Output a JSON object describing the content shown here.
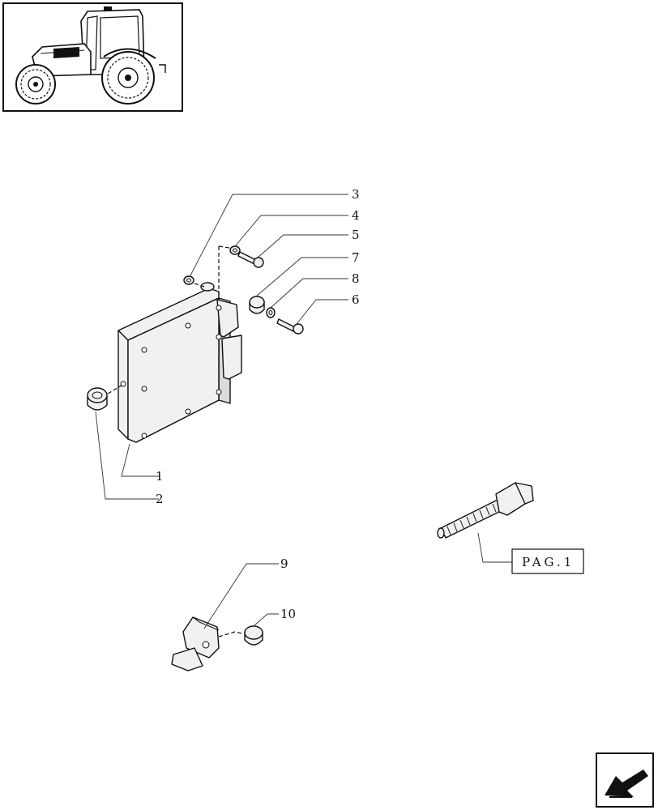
{
  "callouts": [
    {
      "id": "3",
      "label": "3"
    },
    {
      "id": "4",
      "label": "4"
    },
    {
      "id": "5",
      "label": "5"
    },
    {
      "id": "7",
      "label": "7"
    },
    {
      "id": "8",
      "label": "8"
    },
    {
      "id": "6",
      "label": "6"
    },
    {
      "id": "1",
      "label": "1"
    },
    {
      "id": "2",
      "label": "2"
    },
    {
      "id": "9",
      "label": "9"
    },
    {
      "id": "10",
      "label": "10"
    }
  ],
  "reference": {
    "label": "PAG.1"
  },
  "icons": {
    "thumbnail": "tractor-thumbnail-icon",
    "nav": "back-arrow-icon"
  }
}
